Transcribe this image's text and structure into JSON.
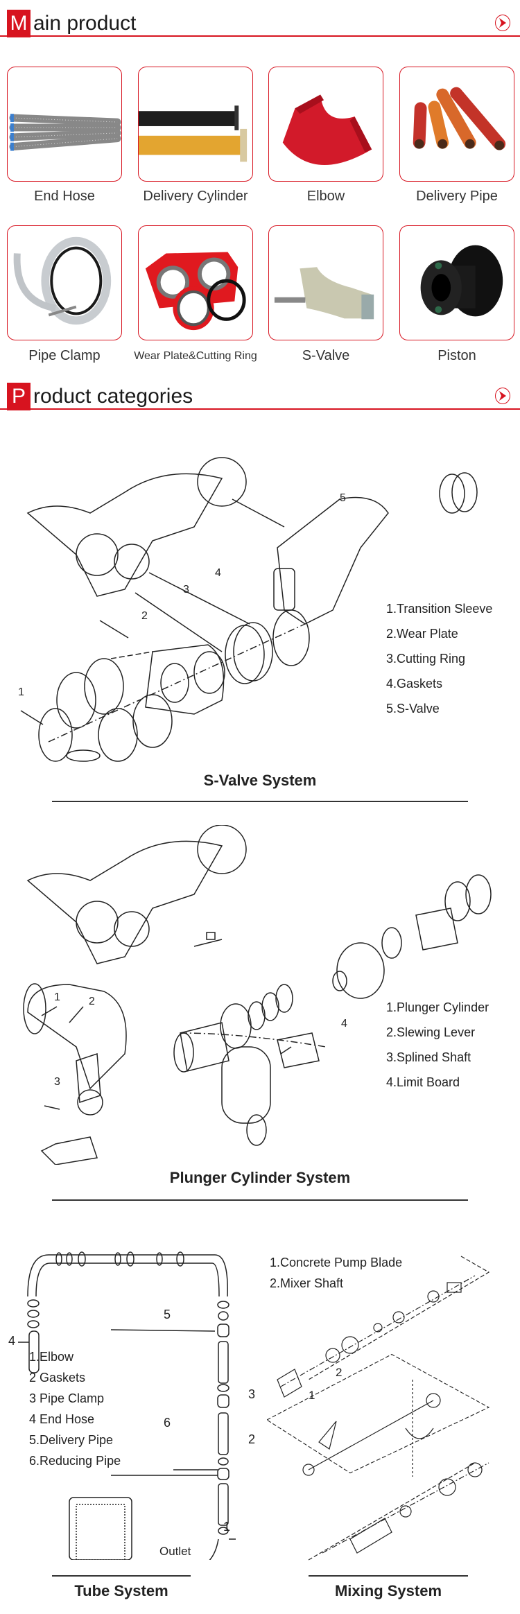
{
  "main_header": {
    "letter": "M",
    "title": "ain product",
    "more_icon": "chevron-right-circle-icon"
  },
  "products": [
    {
      "label": "End Hose"
    },
    {
      "label": "Delivery Cylinder"
    },
    {
      "label": "Elbow"
    },
    {
      "label": "Delivery Pipe"
    },
    {
      "label": "Pipe Clamp"
    },
    {
      "label": "Wear Plate&Cutting Ring"
    },
    {
      "label": "S-Valve"
    },
    {
      "label": "Piston"
    }
  ],
  "categories_header": {
    "letter": "P",
    "title": "roduct categories",
    "more_icon": "chevron-right-circle-icon"
  },
  "s_valve": {
    "title": "S-Valve System",
    "legend": [
      "1.Transition Sleeve",
      "2.Wear Plate",
      "3.Cutting Ring",
      "4.Gaskets",
      "5.S-Valve"
    ],
    "callouts": [
      "1",
      "2",
      "3",
      "4",
      "5"
    ]
  },
  "plunger": {
    "title": "Plunger Cylinder System",
    "legend": [
      "1.Plunger Cylinder",
      "2.Slewing Lever",
      "3.Splined Shaft",
      "4.Limit Board"
    ],
    "callouts": [
      "1",
      "2",
      "3",
      "4"
    ]
  },
  "tube": {
    "title": "Tube System",
    "legend": [
      "1.Elbow",
      "2 Gaskets",
      "3 Pipe Clamp",
      "4 End Hose",
      "5.Delivery Pipe",
      "6.Reducing Pipe"
    ],
    "callouts": [
      "1",
      "2",
      "3",
      "4",
      "5",
      "6"
    ],
    "outlet": "Outlet"
  },
  "mixing": {
    "title": "Mixing System",
    "legend": [
      "1.Concrete Pump Blade",
      "2.Mixer Shaft"
    ],
    "callouts": [
      "1",
      "2"
    ]
  },
  "colors": {
    "accent": "#d7131f"
  }
}
